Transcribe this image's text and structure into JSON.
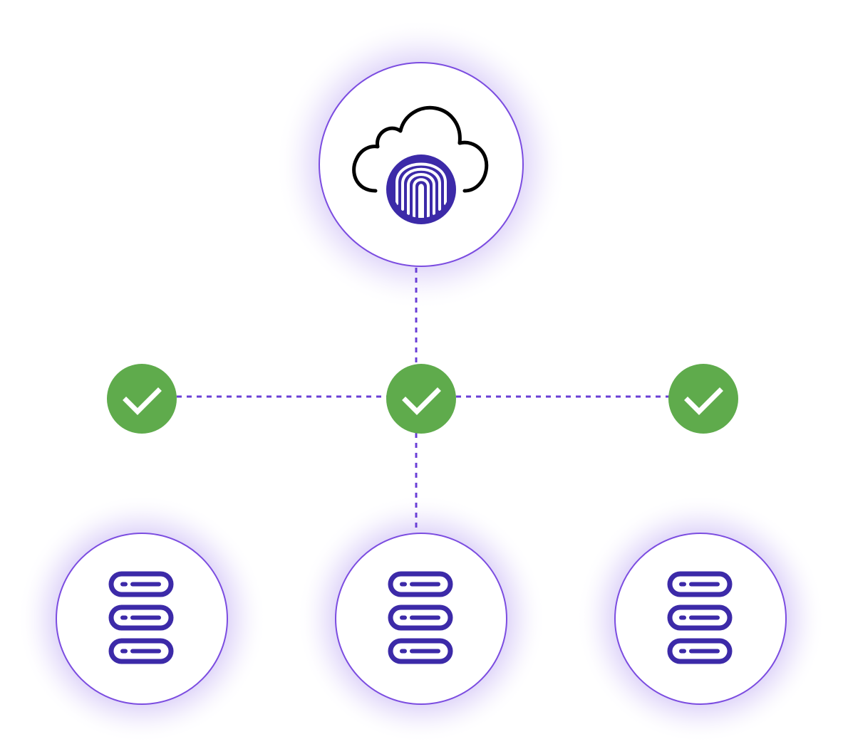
{
  "diagram": {
    "top_node": {
      "icon": "cloud-fingerprint-icon"
    },
    "checkpoints": [
      {
        "icon": "check-icon",
        "status": "verified"
      },
      {
        "icon": "check-icon",
        "status": "verified"
      },
      {
        "icon": "check-icon",
        "status": "verified"
      }
    ],
    "bottom_nodes": [
      {
        "icon": "server-stack-icon"
      },
      {
        "icon": "server-stack-icon"
      },
      {
        "icon": "server-stack-icon"
      }
    ],
    "colors": {
      "accent_purple": "#6a3fd6",
      "icon_indigo": "#3c2aa8",
      "check_green": "#5fab4c",
      "glow": "#b39cf0"
    }
  }
}
